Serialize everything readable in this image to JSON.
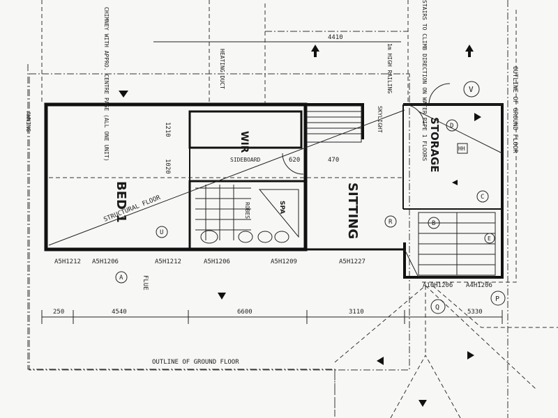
{
  "rooms": {
    "bed": "BED 1",
    "wir": "WIR",
    "sitting": "SITTING",
    "storage": "STORAGE",
    "spa": "SPA"
  },
  "notes": {
    "chimney": "CHIMNEY WITH APPRO. CENTRE PAGE (ALL ONE UNIT)",
    "heating_duct": "HEATING DUCT",
    "railing": "1m HIGH RAILING",
    "skylight": "SKYLIGHT",
    "structural_floor": "STRUCTURAL FLOOR",
    "flue": "FLUE",
    "outline_ground": "OUTLINE OF GROUND FLOOR",
    "outline_ground_right": "OUTLINE OF GROUND FLOOR",
    "robes": "ROBES",
    "sideboard": "SIDEBOARD",
    "awning": "AWNING",
    "top_right_note": "STAIRS TO CLIMB DIRECTION ON WATER PIPE 1 FLOORS"
  },
  "dimensions": {
    "top_4410": "4410",
    "d_250": "250",
    "d_4540": "4540",
    "d_6600": "6600",
    "d_3110": "3110",
    "d_5330": "5330",
    "d_1210": "1210",
    "d_1020": "1020",
    "d_620": "620",
    "d_470": "470"
  },
  "windows": [
    "A5H1212",
    "A5H1206",
    "A5H1212",
    "A5H1206",
    "A5H1209",
    "A5H1227",
    "A10H1206",
    "A4H1206"
  ],
  "markers": {
    "a": "A",
    "b": "B",
    "c": "C",
    "d": "D",
    "v": "V",
    "p": "P",
    "q": "Q",
    "u": "U",
    "r": "R",
    "e": "E",
    "hh": "HH"
  }
}
